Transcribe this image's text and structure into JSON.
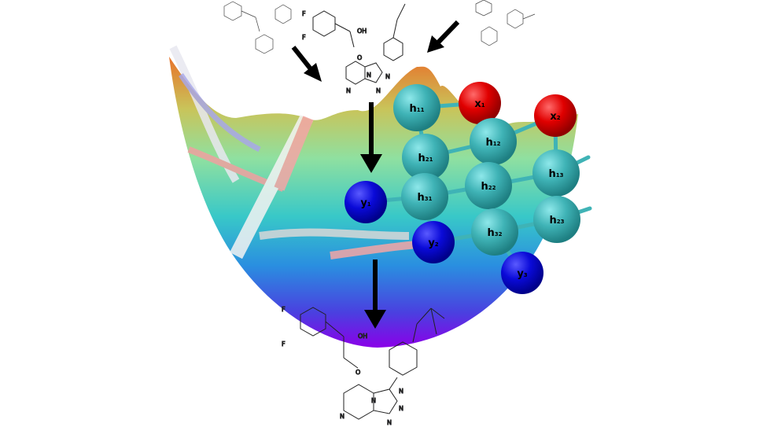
{
  "figure": {
    "nodes": {
      "h11": {
        "base": "h",
        "sub": "11"
      },
      "h12": {
        "base": "h",
        "sub": "12"
      },
      "h13": {
        "base": "h",
        "sub": "13"
      },
      "h21": {
        "base": "h",
        "sub": "21"
      },
      "h22": {
        "base": "h",
        "sub": "22"
      },
      "h23": {
        "base": "h",
        "sub": "23"
      },
      "h31": {
        "base": "h",
        "sub": "31"
      },
      "h32": {
        "base": "h",
        "sub": "32"
      },
      "x1": {
        "base": "x",
        "sub": "1"
      },
      "x2": {
        "base": "x",
        "sub": "2"
      },
      "y1": {
        "base": "y",
        "sub": "1"
      },
      "y2": {
        "base": "y",
        "sub": "2"
      },
      "y3": {
        "base": "y",
        "sub": "3"
      }
    },
    "colors": {
      "hidden": "#3fb3b6",
      "visible_x": "#e00000",
      "visible_y": "#0a0ad8",
      "arrow": "#000000"
    },
    "product_molecule": {
      "atoms": {
        "f1": "F",
        "f2": "F",
        "oh": "OH",
        "o": "O",
        "n1": "N",
        "n2": "N",
        "n3": "N",
        "n4": "N",
        "n5": "N"
      }
    },
    "input_molecule": {
      "atoms": {
        "f1": "F",
        "f2": "F",
        "oh": "OH",
        "o": "O",
        "n1": "N",
        "n2": "N",
        "n3": "N",
        "n4": "N"
      }
    }
  }
}
